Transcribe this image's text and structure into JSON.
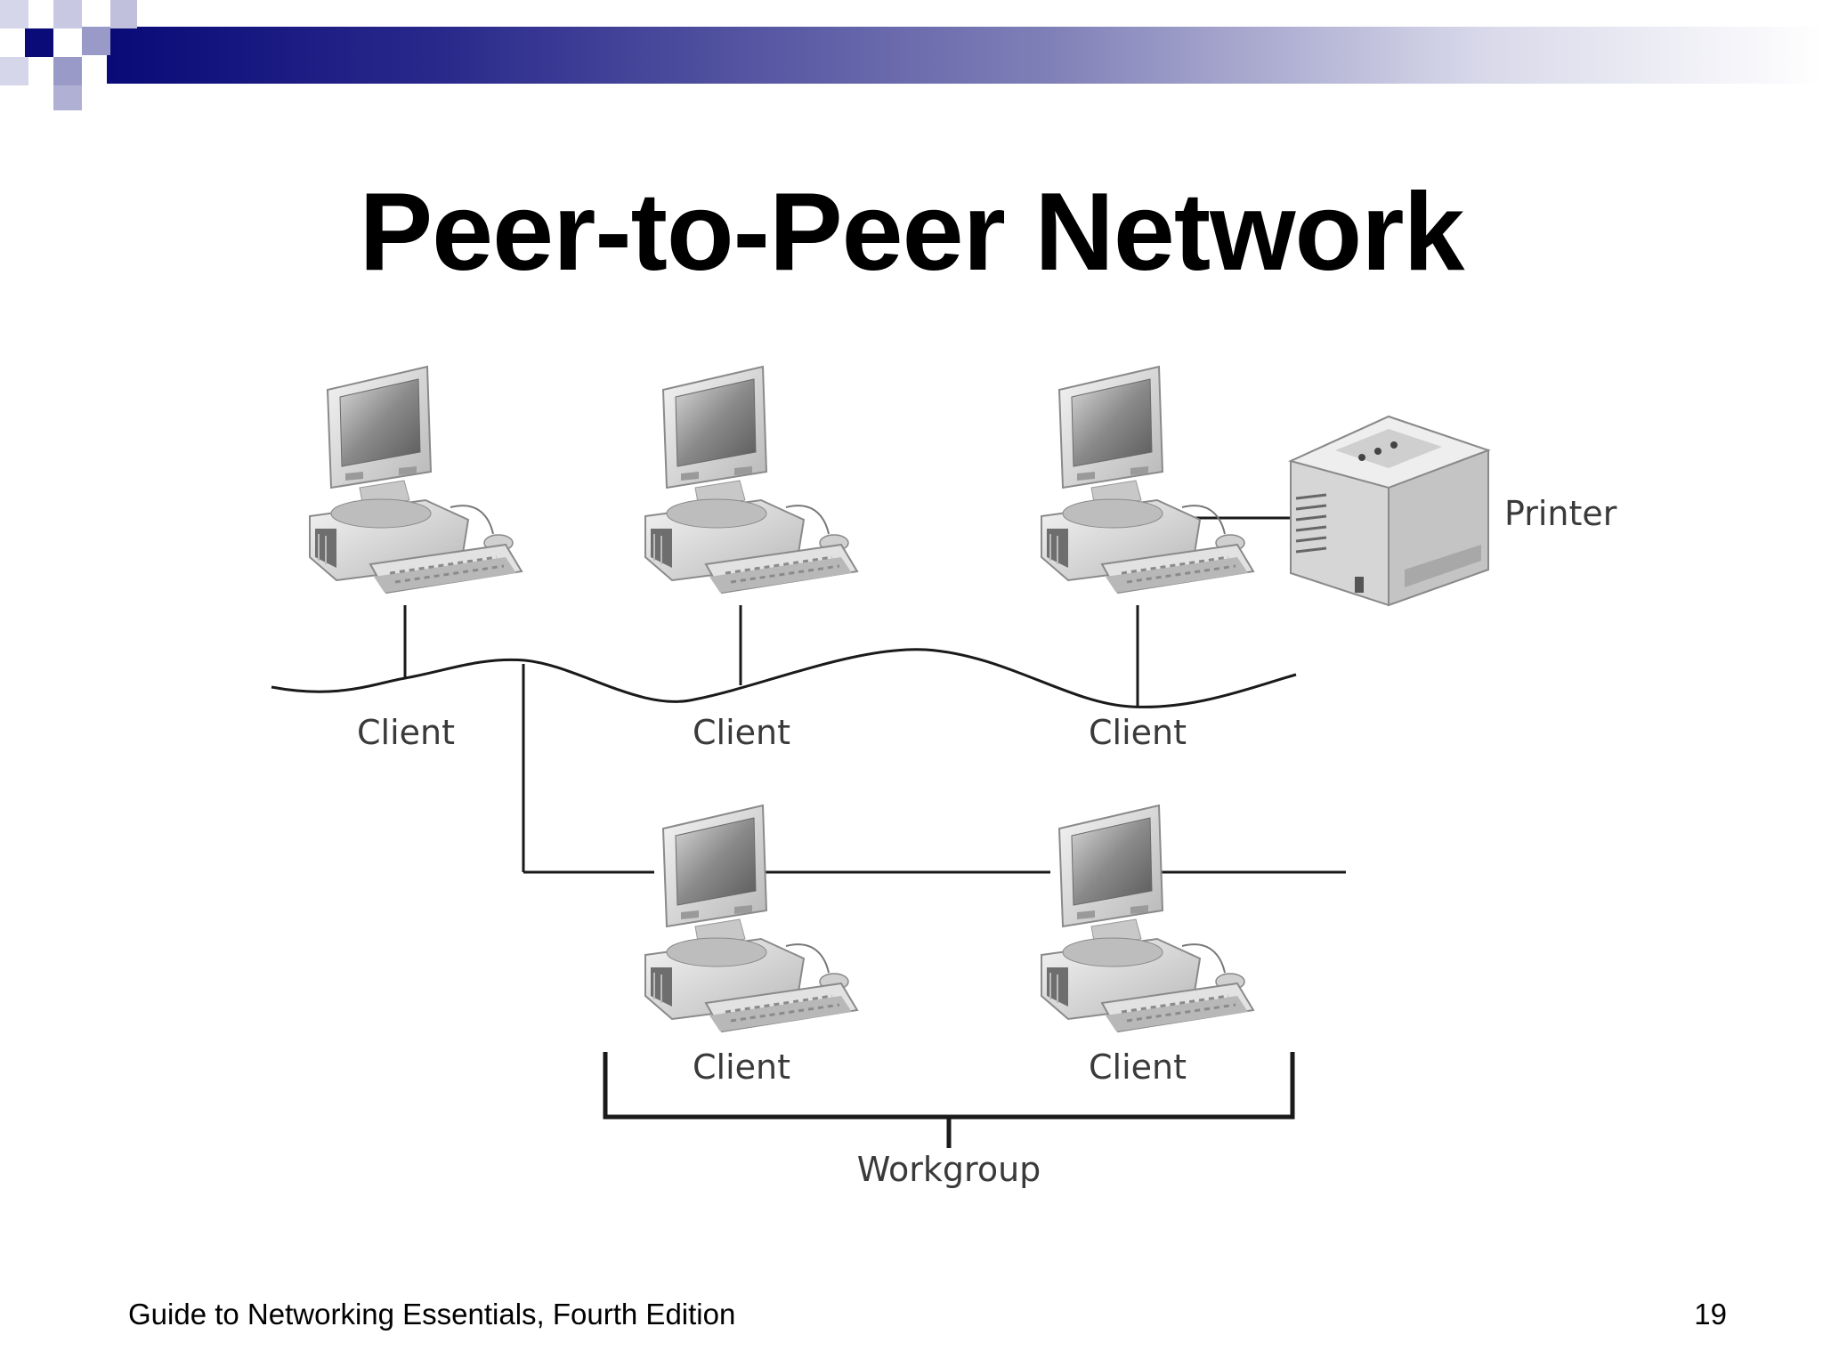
{
  "slide": {
    "title": "Peer-to-Peer Network",
    "footer_text": "Guide to Networking Essentials, Fourth Edition",
    "page_number": "19"
  },
  "diagram": {
    "client_labels": [
      "Client",
      "Client",
      "Client",
      "Client",
      "Client"
    ],
    "printer_label": "Printer",
    "workgroup_label": "Workgroup"
  },
  "colors": {
    "header_bar_start": "#0a0a78",
    "header_bar_end": "#ffffff",
    "accent_square_dark": "#0a0a78",
    "accent_square_light": "#9a9ac8"
  }
}
